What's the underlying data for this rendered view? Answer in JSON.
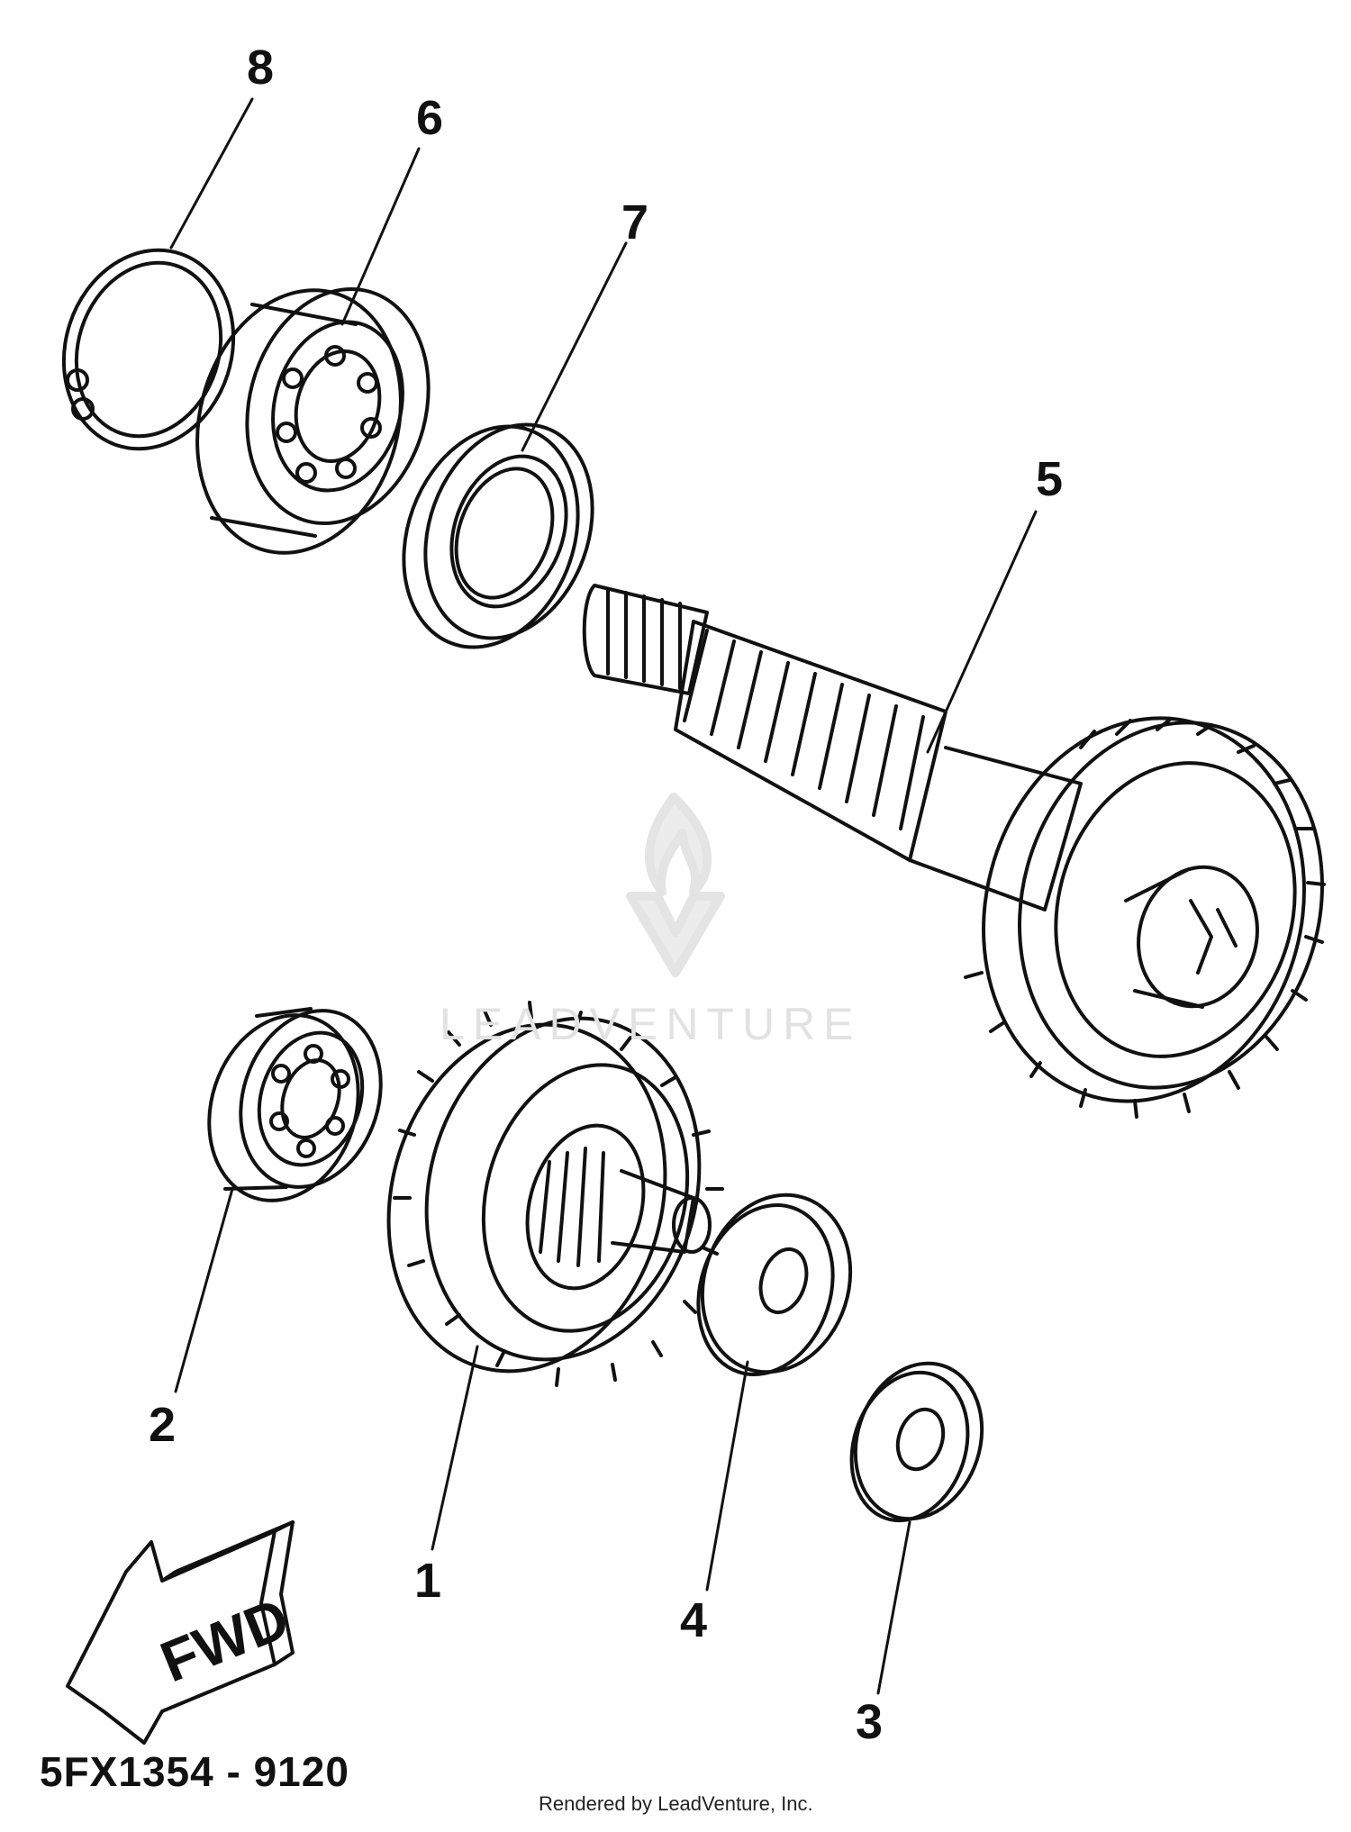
{
  "callouts": {
    "p1": "1",
    "p2": "2",
    "p3": "3",
    "p4": "4",
    "p5": "5",
    "p6": "6",
    "p7": "7",
    "p8": "8"
  },
  "arrow_label": "FWD",
  "diagram_code": "5FX1354 - 9120",
  "render_credit": "Rendered by LeadVenture, Inc.",
  "watermark": "LEADVENTURE",
  "colors": {
    "ink": "#111111",
    "watermark": "#e2e2e2",
    "background": "#ffffff"
  }
}
